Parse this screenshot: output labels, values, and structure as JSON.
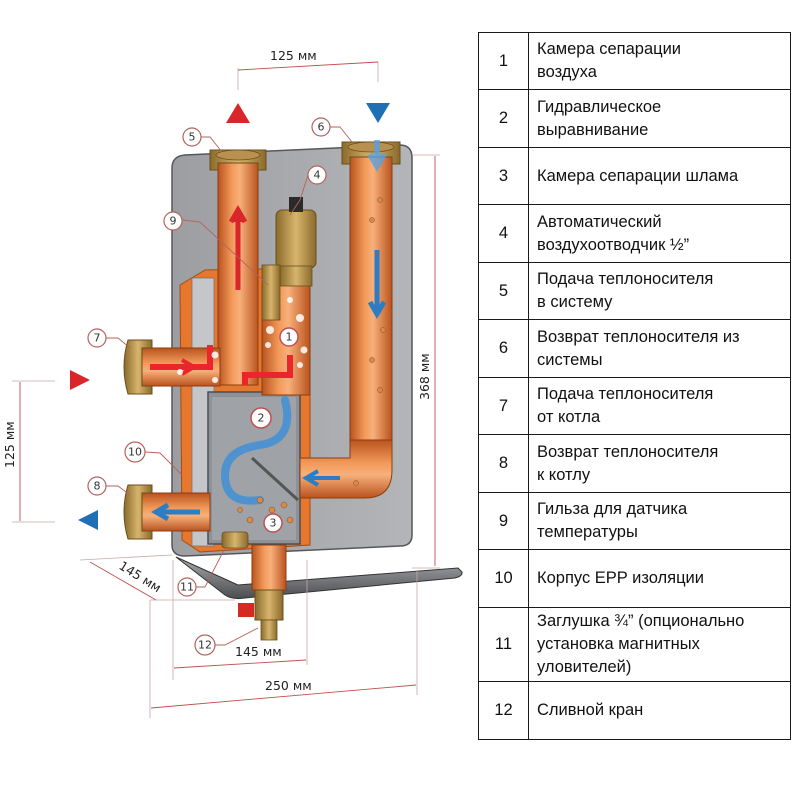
{
  "diagram": {
    "title": "Гидравлический разделитель (гидрострелка) с сепарацией воздуха и шлама",
    "dimensions": {
      "top_spacing": "125 мм",
      "height": "368 мм",
      "side_spacing": "125 мм",
      "depth": "145 мм",
      "bottom_inner_width": "145 мм",
      "total_width": "250 мм"
    },
    "callouts": [
      "1",
      "2",
      "3",
      "4",
      "5",
      "6",
      "7",
      "8",
      "9",
      "10",
      "11",
      "12"
    ],
    "colors": {
      "hot_flow": "#d9262b",
      "cold_flow": "#1f6fb5",
      "copper": "#e07b39",
      "panel": "#a9abae",
      "insulation": "#e8772e",
      "dimension_line": "#c0504d"
    }
  },
  "legend": {
    "rows": [
      {
        "num": "1",
        "lines": [
          "Камера сепарации",
          "воздуха"
        ]
      },
      {
        "num": "2",
        "lines": [
          "Гидравлическое",
          "выравнивание"
        ]
      },
      {
        "num": "3",
        "lines": [
          "Камера сепарации шлама"
        ]
      },
      {
        "num": "4",
        "lines": [
          "Автоматический",
          "воздухоотводчик  ½”"
        ]
      },
      {
        "num": "5",
        "lines": [
          "Подача теплоносителя",
          "в систему"
        ]
      },
      {
        "num": "6",
        "lines": [
          "Возврат теплоносителя из",
          "системы"
        ]
      },
      {
        "num": "7",
        "lines": [
          "Подача теплоносителя",
          "от котла"
        ]
      },
      {
        "num": "8",
        "lines": [
          "Возврат теплоносителя",
          "к котлу"
        ]
      },
      {
        "num": "9",
        "lines": [
          "Гильза для датчика",
          "температуры"
        ]
      },
      {
        "num": "10",
        "lines": [
          "Корпус EPP изоляции"
        ]
      },
      {
        "num": "11",
        "lines": [
          "Заглушка ¾” (опционально",
          "установка магнитных",
          "уловителей)"
        ]
      },
      {
        "num": "12",
        "lines": [
          "Сливной кран"
        ]
      }
    ]
  }
}
